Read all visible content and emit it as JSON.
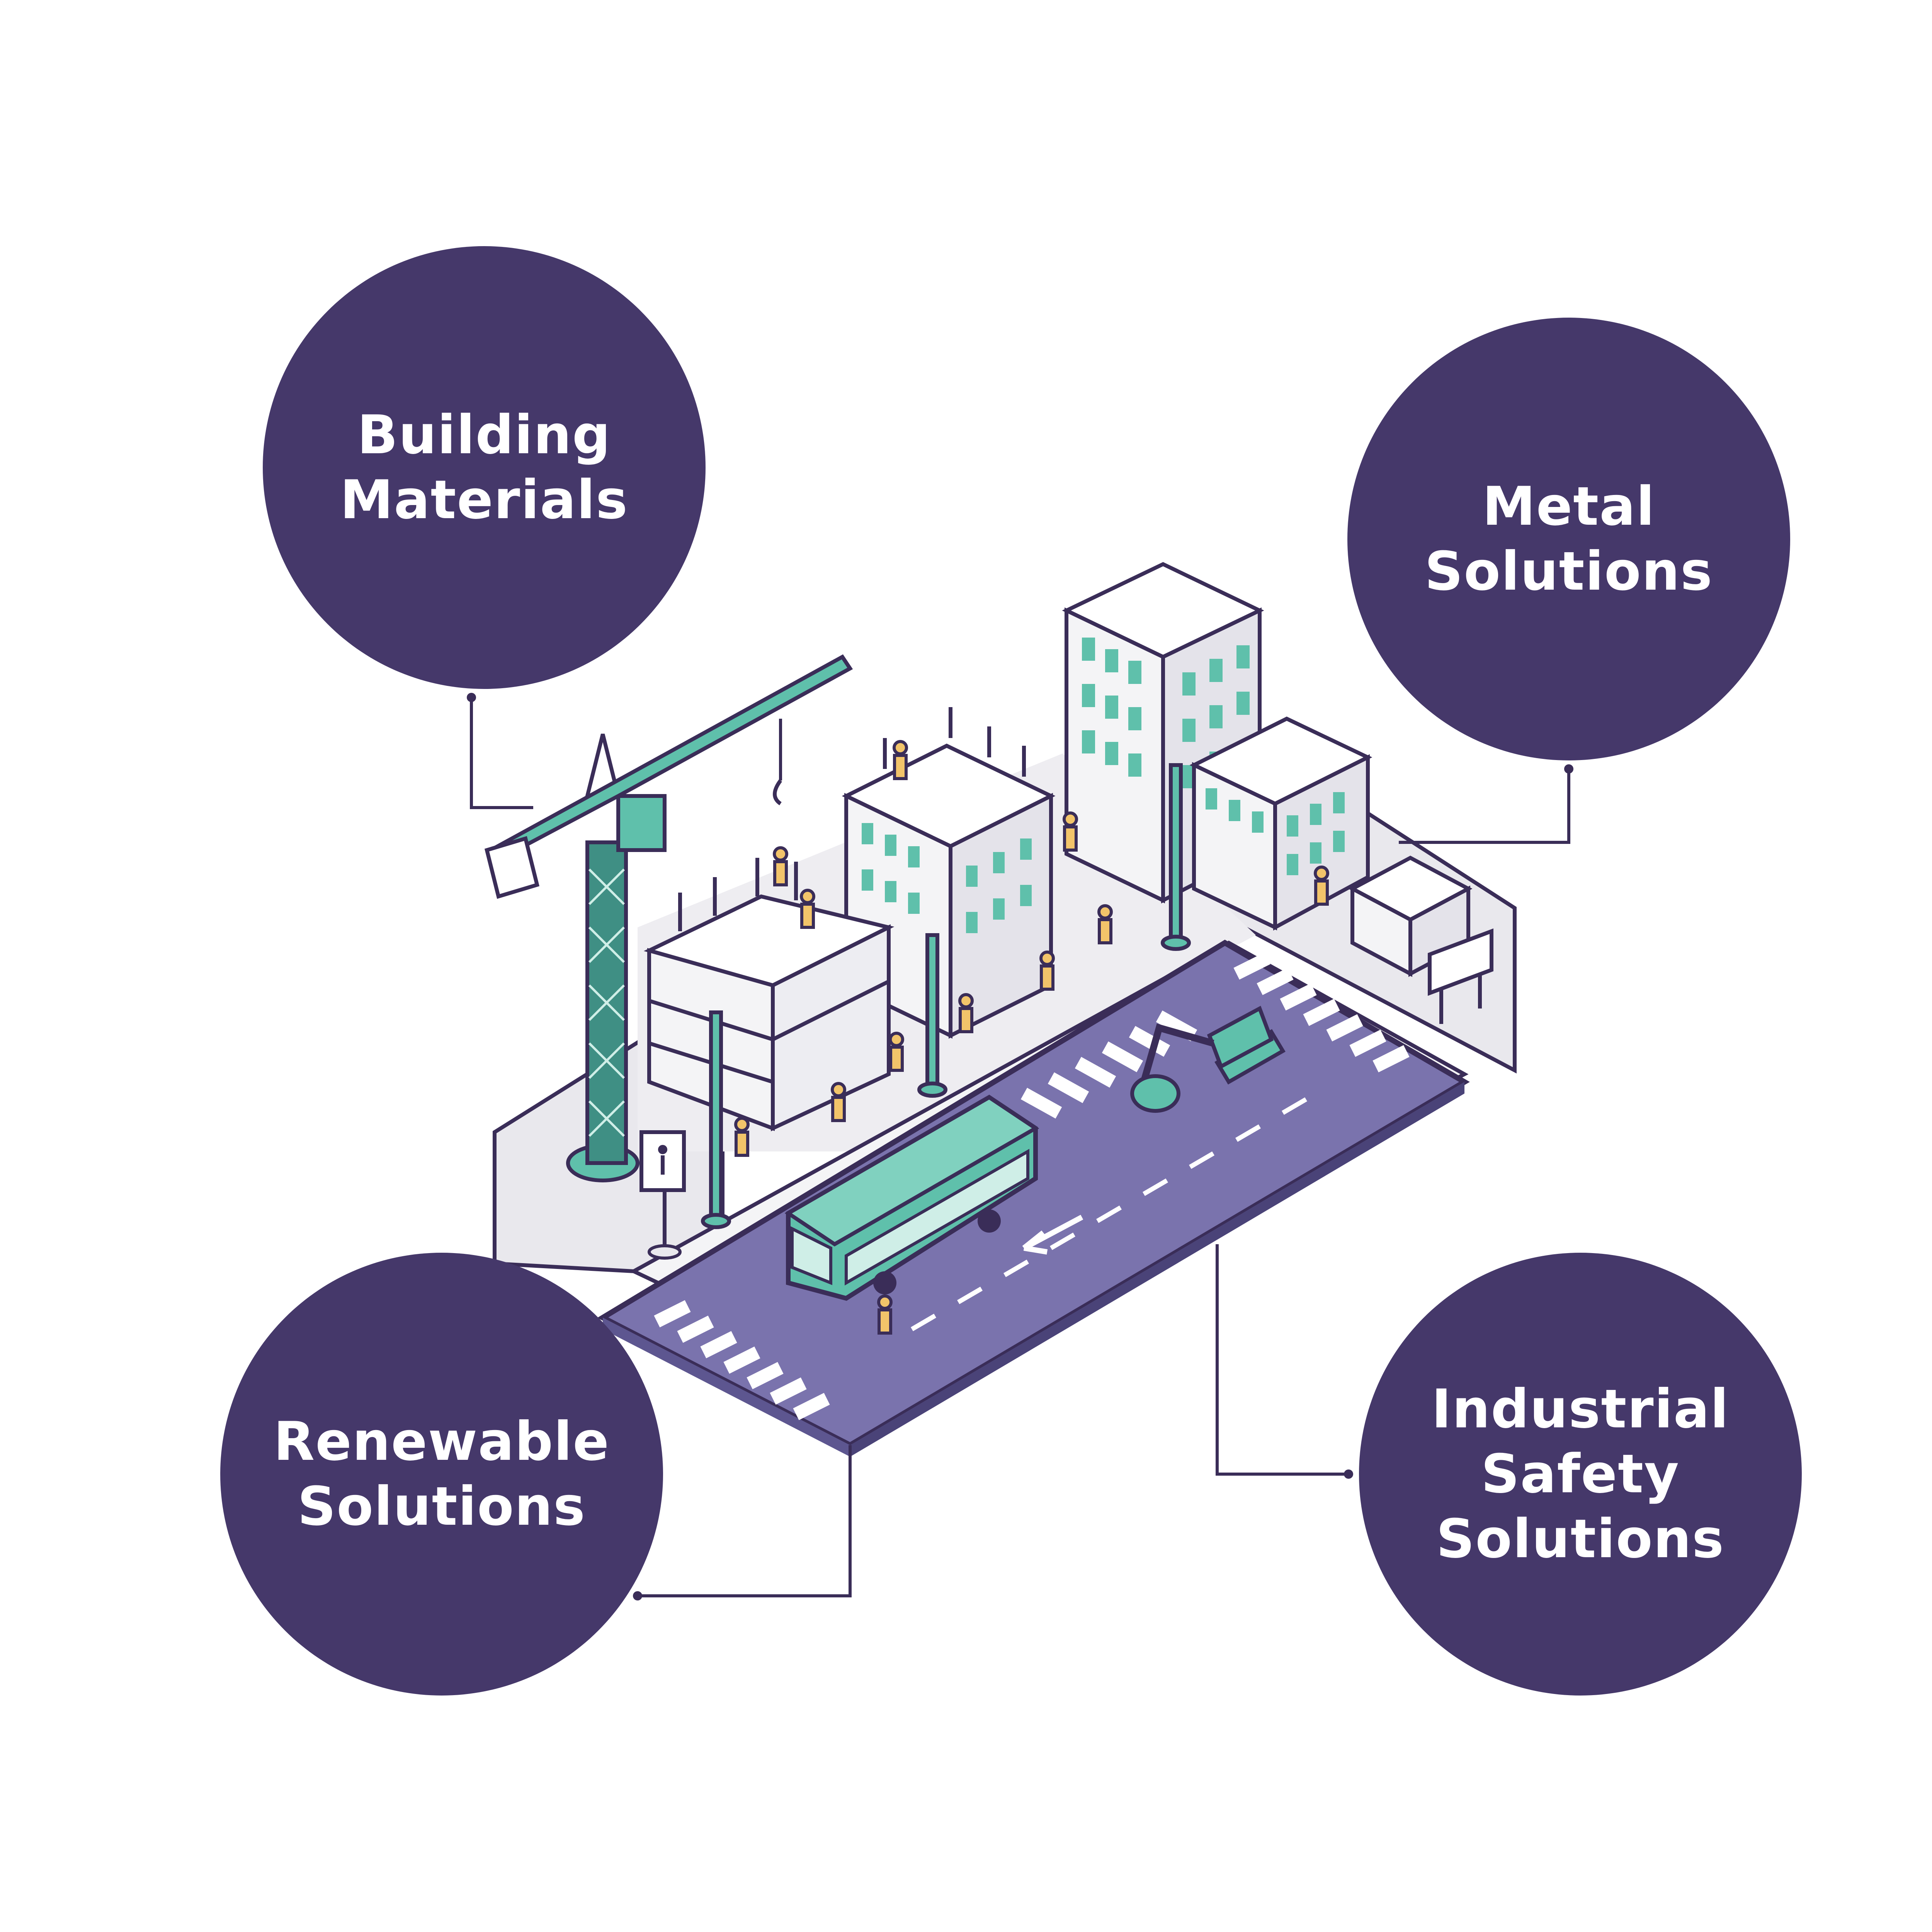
{
  "colors": {
    "circle": "#45386a",
    "road": "#7a73ad",
    "accent_teal": "#5fc0ab",
    "outline": "#3a2d58",
    "ground": "#e9e8ed",
    "building": "#f4f4f6",
    "worker_vest": "#f2c46a"
  },
  "categories": [
    {
      "id": "building-materials",
      "lines": [
        "Building",
        "Materials"
      ]
    },
    {
      "id": "metal-solutions",
      "lines": [
        "Metal",
        "Solutions"
      ]
    },
    {
      "id": "renewable-solutions",
      "lines": [
        "Renewable",
        "Solutions"
      ]
    },
    {
      "id": "industrial-safety-solutions",
      "lines": [
        "Industrial",
        "Safety",
        "Solutions"
      ]
    }
  ],
  "illustration": {
    "subject": "isometric construction site",
    "icons": [
      "tower-crane-icon",
      "building-icon",
      "bus-icon",
      "excavator-icon",
      "worker-icon",
      "pedestrian-sign-icon",
      "billboard-icon",
      "street-lamp-icon"
    ]
  }
}
